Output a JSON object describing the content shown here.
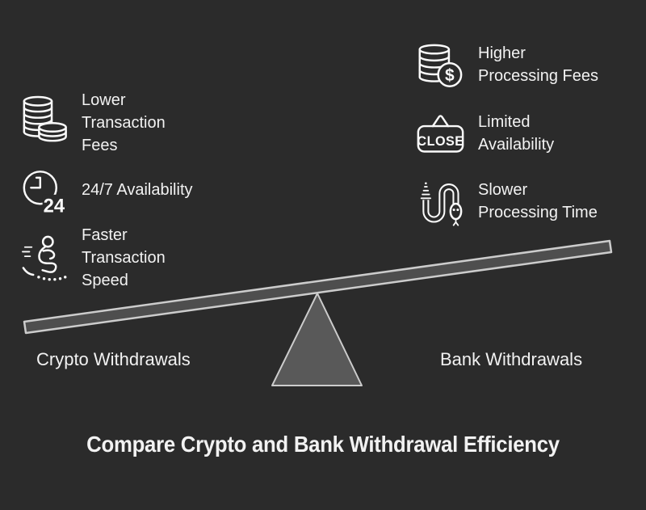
{
  "title": {
    "text": "Compare Crypto and Bank Withdrawal Efficiency"
  },
  "seesaw": {
    "left_label": "Crypto Withdrawals",
    "right_label": "Bank Withdrawals"
  },
  "left_column": {
    "items": [
      {
        "icon": "coins-stack-icon",
        "text": "Lower\nTransaction\nFees"
      },
      {
        "icon": "clock-24-icon",
        "text": "24/7 Availability"
      },
      {
        "icon": "running-person-icon",
        "text": "Faster\nTransaction\nSpeed"
      }
    ]
  },
  "right_column": {
    "items": [
      {
        "icon": "coins-dollar-icon",
        "text": "Higher\nProcessing Fees"
      },
      {
        "icon": "close-sign-icon",
        "text": "Limited\nAvailability"
      },
      {
        "icon": "snake-icon",
        "text": "Slower\nProcessing Time"
      }
    ]
  },
  "icon_labels": {
    "clock_badge": "24",
    "close_sign": "CLOSE",
    "dollar_sign": "$"
  },
  "colors": {
    "background": "#2b2b2b",
    "text_color": "#f2f2f2",
    "icon_stroke": "#fafafa",
    "plank_fill": "#4e4e4e",
    "plank_stroke": "#cccccc",
    "triangle_fill": "#595959",
    "triangle_stroke": "#cccccc"
  }
}
